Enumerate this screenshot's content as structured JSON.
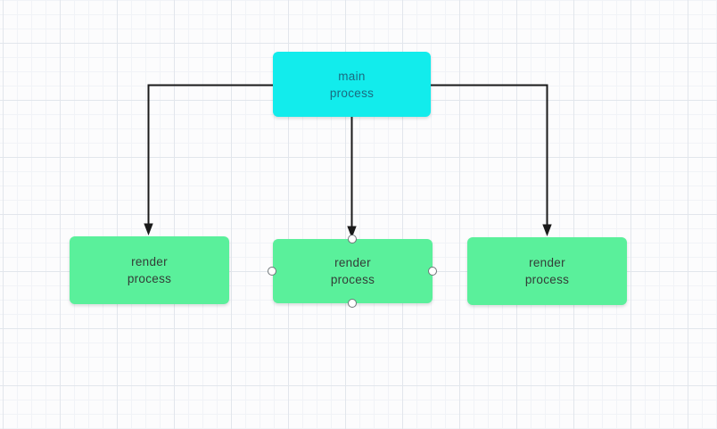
{
  "canvas": {
    "background": "#FCFCFD",
    "grid_minor_color": "#F1F3F7",
    "grid_major_color": "#E2E6EC"
  },
  "diagram": {
    "type": "flowchart",
    "nodes": [
      {
        "id": "main-process",
        "lines": [
          "main",
          "process"
        ],
        "fill": "#12ECEC",
        "text_color": "#1A6B80",
        "shape": "rounded-rect"
      },
      {
        "id": "render-process-1",
        "lines": [
          "render",
          "process"
        ],
        "fill": "#5AF09B",
        "text_color": "#333C37",
        "shape": "rounded-rect"
      },
      {
        "id": "render-process-2",
        "lines": [
          "render",
          "process"
        ],
        "fill": "#5AF09B",
        "text_color": "#333C37",
        "shape": "rounded-rect",
        "selected": true
      },
      {
        "id": "render-process-3",
        "lines": [
          "render",
          "process"
        ],
        "fill": "#5AF09B",
        "text_color": "#333C37",
        "shape": "rounded-rect"
      }
    ],
    "edges": [
      {
        "from": "main-process",
        "to": "render-process-1",
        "style": "orthogonal",
        "arrow": "filled-triangle",
        "color": "#1A1A1A"
      },
      {
        "from": "main-process",
        "to": "render-process-2",
        "style": "straight",
        "arrow": "filled-triangle",
        "color": "#1A1A1A"
      },
      {
        "from": "main-process",
        "to": "render-process-3",
        "style": "orthogonal",
        "arrow": "filled-triangle",
        "color": "#1A1A1A"
      }
    ],
    "selection": {
      "node": "render-process-2",
      "connection_points": [
        "top",
        "right",
        "bottom",
        "left"
      ]
    }
  }
}
